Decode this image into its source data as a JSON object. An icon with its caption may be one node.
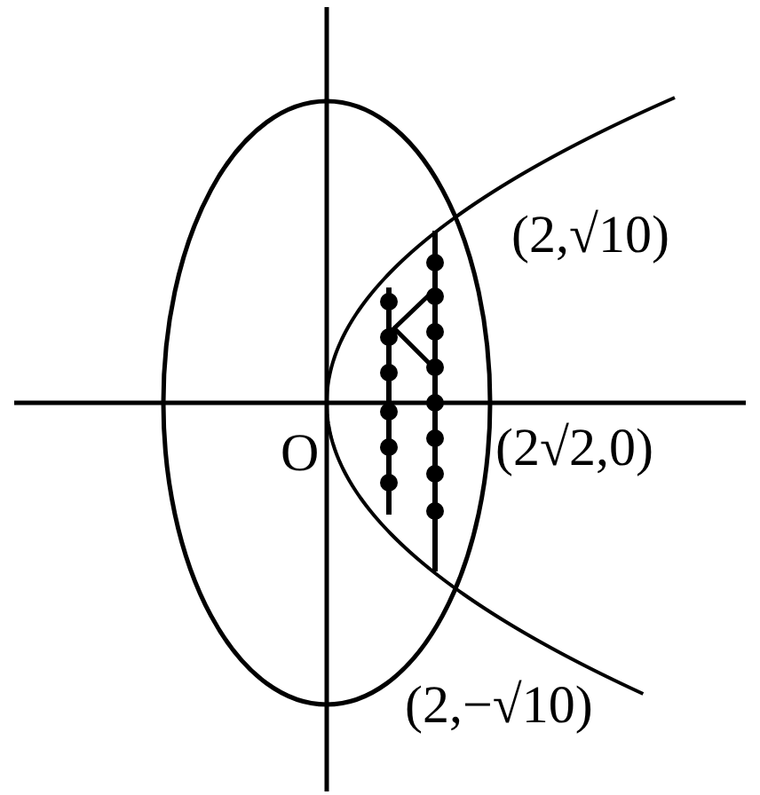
{
  "diagram": {
    "labels": [
      "(2,√10)",
      "O",
      "(2√2,0)",
      "(2,−√10)"
    ]
  }
}
